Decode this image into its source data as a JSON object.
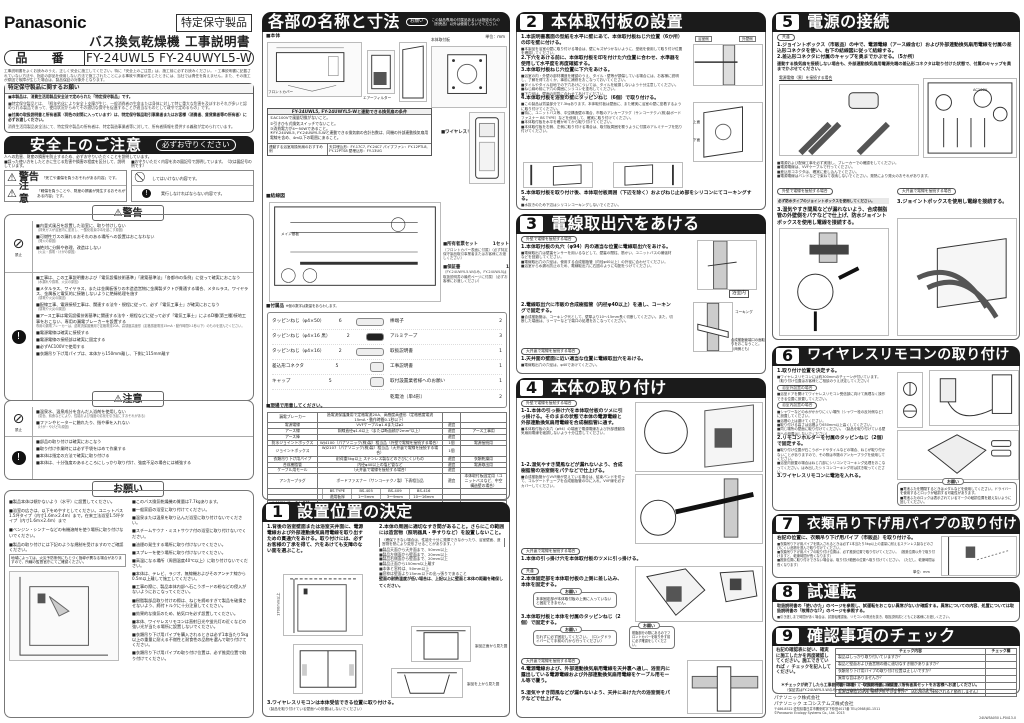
{
  "header": {
    "brand": "Panasonic",
    "special_product_badge": "特定保守製品",
    "doc_title": "バス換気乾燥機 工事説明書",
    "model_label": "品 番",
    "model_numbers": "FY-24UWL5  FY-24UWYL5-W",
    "intro_text": "工事説明書をよくお読みのうえ、正しく安全に施工してください。特に「安全上のご注意」は、施工前に必ずお読みください。・工事説明書に記載されていない方法や、指定の部品を使用しない方法で施工されたことによる事故や損害が生じたときには、当社では責任を負えません。また、その施工が原因で故障が生じた場合は、製品保証の対象外となります。"
  },
  "special_maintenance": {
    "title": "特定保守製品に関するお願い",
    "items": [
      "■本製品は、消費生活用製品安全法で定められた「特定保守製品」です。",
      "■特定保守製品とは、「経年劣化により安全上支障が生じ、一般消費者の生命または身体に対して特に重大な危害を及ぼすおそれが多いと認められる製品であって、使用状況からみてその適切な保守を促進することが適当なものとして政令で定めるもの」です。",
      "■付属の取扱説明書と所有者票（同色の封筒に入っています）は、特定保守製品取引事業者またはお客様（消費者、賃貸業者等の所有者）に必ずお渡しください。",
      "消費生活用製品安全法にて、特定保守製品の所有者は、特定製造事業者等に対して、所有者情報を提供する義務が定められています。"
    ]
  },
  "safety": {
    "title": "安全上のご注意",
    "subtitle": "必ずお守りください",
    "intro": "人への危害、財産の損害を防止するため、必ずお守りいただくことを説明しています。",
    "legend_left": "■誤った使い方をしたときに生じる危害や損害の程度を区分して、説明しています。",
    "legend_right": "■お守りいただく内容を次の図記号で説明しています。（次は図記号の例です）",
    "warning_label": "警告",
    "warning_desc": "「死亡や重傷を負うおそれがある内容」です。",
    "caution_label": "注意",
    "caution_desc": "「軽傷を負うことや、財産の損害が発生するおそれがある内容」です。",
    "prohibit_desc": "してはいけない内容です。",
    "mandatory_desc": "実行しなければならない内容です。",
    "warning_section": {
      "title": "警告",
      "prohibit_label": "禁止",
      "prohibit_items": [
        {
          "text": "■内釜式風呂を設置した浴室に、取り付けしない",
          "note": "（排気ガスが浴室内に逆流し、一酸化炭素中毒を起こす原因）"
        },
        {
          "text": "■可燃性ガスの漏れるおそれのある場所への設置はおこなわない",
          "note": "（発火の原因）"
        },
        {
          "text": "■絶対に分解や修理、改造はしない",
          "note": "（火災・感電・けがの原因）"
        }
      ],
      "mandatory_items": [
        {
          "text": "■工事は、この工事説明書および「電気設備技術基準」「建築基準法」「各都市の条例」に従って確実におこなう",
          "note": "（水漏れや感電、火災の原因）"
        },
        {
          "text": "■メタルラス、ワイヤラス、または金属板張りの木造造営物に金属製ダクトが貫通する場合、メタルラス、ワイヤラス、金属板と電気的に接触しないように絶縁処理を施す",
          "note": "（感電や火災の原因）"
        },
        {
          "text": "■配線工事、電源接続工事は、関連する法令・規程に従って、必ず「電気工事士」が確実におこなう",
          "note": "（感電や火災の原因）"
        },
        {
          "text": "■アース工事は電気設備技術基準に関連する法令・規程などに従って必ず「電気工事士」によるD種(第三種)接地工事をおこない、専用の漏電ブレーカーを設置する",
          "note": "専用の漏電ブレーカーは、過電流保護兼用で定格電流20A、高感度高速形（定格感度電流15mA・動作時間0.1秒以下）のものを選んでください。"
        },
        {
          "text": "■電源電線は確実に接続する",
          "note": "（発火や火災の原因）"
        },
        {
          "text": "■電源電線の接続部は確実に固定する",
          "note": "（火災の原因）"
        },
        {
          "text": "■必ずAC100Vで使用する",
          "note": "（火災の原因）"
        },
        {
          "text": "■衣類吊り下げ用パイプは、本体から150mm離し、下側に115mm離す",
          "note": "（衣類が落下することで、衣類の焦げや火災の原因）"
        }
      ]
    },
    "caution_section": {
      "title": "注意",
      "prohibit_label": "禁止",
      "prohibit_items": [
        {
          "text": "■温泉水、温泉成分を含んだ入浴剤を使用しない",
          "note": "（変色、錆食などにより、性能および強度の劣化を引き起こすおそれがある）"
        },
        {
          "text": "■ファンやヒーターに触れたり、指や棒を入れない",
          "note": "（けが・やけどの原因）"
        }
      ],
      "mandatory_items": [
        {
          "text": "■部品の取り付けは確実におこなう",
          "note": ""
        },
        {
          "text": "■取り付け作業時には必ず手袋をはめて作業する",
          "note": ""
        },
        {
          "text": "■本体は指定の方法で確実に取り付ける",
          "note": ""
        },
        {
          "text": "■本体は、十分強度のあるところにしっかり取り付け、強度不足の場合には補強する",
          "note": "（けがの原因）"
        }
      ]
    }
  },
  "requests": {
    "title": "お願い",
    "left_items": [
      "■製品本体は傾かないよう（水平）に設置してください。",
      "■浴室の広さは、以下をめやすとしてください。ユニットバス1.5坪タイプ（内寸1.6m×2.4m）まで。在来工法浴室1.5坪タイプ（内寸1.6m×2.4m）まで",
      "■ベンジン・シンナーなどの有機溶剤を使う場所に取り付けないでください。",
      "■製品の取り付けには下記のような規制を受けますのでご確認ください。",
      "地域によっては、火災予防条例にもとづく指導が異なる場合がありますので、所轄の監督官庁にてご確認ください。"
    ],
    "right_items": [
      "■このバス換気乾燥機の質量は7.7kgあります。",
      "■一般家庭の浴室に取り付けてください。",
      "■温泉または温泉を取り込んだ浴室に取り付けないでください。",
      "■スチームサウナ・ミストサウナ付の浴室に取り付けないでください。",
      "■油煙の発生する場所に取り付けないでください。",
      "■スプレーを使う場所に取り付けないでください。",
      "■高温になる場所（周囲温度40℃以上）に取り付けないでください。",
      "■本体は、テレビ、ラジオ、無線機およびそのアンテナ線から0.5m以上離して施工してください。",
      "■工事の際に、製品本体内部へ石こうボードの粉などの侵入がないようにおこなってください。",
      "■樹脂製部品取り付けの際は、ねじを締めすぎて製品を破損させないよう、締付トルクに十分注意してください。",
      "■効果的な換気のため、給気口を必ず設置してください。",
      "■本体、ワイヤレスリモコンは直射日光や蛍光灯の近くなどの強い光が当たる場所に設置しないでください。",
      "■衣類吊り下げ用パイプを購入されるときは必ず1本当たり5kg以上の重量に耐える不燃性と耐食性の品物を選んで取り付けてください。",
      "■衣類吊り下げ用パイプの取り付け位置は、必ず推奨位置で取り付けてください。"
    ]
  },
  "parts_names": {
    "title": "各部の名称と寸法",
    "request_badge": "お願い",
    "request_note": "この製品専用の付属品あるいは指定のもの（別売品）以外は使用しないでください。",
    "body_label": "■本体",
    "unit_label": "単位：mm",
    "mount_plate_label": "本体取付板",
    "remote_label": "■ワイヤレスリモコン",
    "front_cover": "フロントカバー",
    "air_filter": "エアーフィルター",
    "conditions_title": "FY-24UWL5, FY-24UWYL5-Wと連動できる換気扇の条件",
    "conditions": [
      "①AC100Vで風量切換がないこと。",
      "②引きひも式換気スイッチでないこと。",
      "③消費電力が4〜50Wであること。",
      "④FY-24UWL5, FY-24UWYL5-Wと連動できる換気扇の合計台数は、同機の外部連動換気扇用電線を含め、4m以下の範囲にあること。"
    ],
    "recommend_label": "連動する浴室用換気扇のおすすめ例",
    "recommend_models": "天井埋込形：FY-17C7, FY-24C7 パイプファン：FY-12PTL8, FY-12PTS8 壁埋込形：FY-13UG",
    "wiring_label": "■結線図",
    "wiring_main_board": "メイン基板",
    "owner_set_label": "■所有者票セット",
    "owner_set_qty": "1セット",
    "owner_set_note": "（フロントカバー表面に付属）（必ず特定保守製品取引事業者またはお客様にお渡しください）",
    "warranty_label": "■保証書",
    "warranty_qty": "1",
    "warranty_note": "（FY-24UWYL5-Wのみ。FY-24UWL5は取扱説明書の最終ページに付属）（必ずお客様にお渡しください）"
  },
  "accessories": {
    "title": "■付属品",
    "note": "※個の数字は数量をあらわします。",
    "items_left": [
      {
        "name": "タッピンねじ（φ4×50）",
        "note": "（本体取付板取り付け用）",
        "qty": "6"
      },
      {
        "name": "タッピンねじ（φ4×16 黒）",
        "note": "（本体取り付け用）",
        "qty": "2"
      },
      {
        "name": "タッピンねじ（φ4×16）",
        "note": "（リモコンホルダー取り付け用）",
        "qty": "2"
      },
      {
        "name": "差込形コネクタ",
        "note": "（電線接続用）",
        "qty": "5"
      },
      {
        "name": "キャップ",
        "note": "（電線接続用）",
        "qty": "5"
      }
    ],
    "items_right": [
      {
        "name": "棒端子",
        "note": "",
        "qty": "2"
      },
      {
        "name": "アルミテープ",
        "note": "（本体取付板の背面貼り付け用）",
        "qty": "3"
      },
      {
        "name": "取扱説明書",
        "note": "（必ずお客様にお渡しください）",
        "qty": "1"
      },
      {
        "name": "工事説明書",
        "note": "（必ずお客様にお渡しください）",
        "qty": "1"
      },
      {
        "name": "取付設置業者様へのお願い",
        "note": "",
        "qty": "1"
      },
      {
        "name": "乾電池（単4形）",
        "note": "",
        "qty": "2"
      }
    ]
  },
  "prepare_table": {
    "title": "■現場で用意してください。",
    "rows": [
      [
        "漏電ブレーカー",
        "過電流保護兼用で定格電流20A、高感度高速形（定格感度電流15mA・動作時間0.1秒以下）",
        "",
        ""
      ],
      [
        "電源電線",
        "VVFケーブルφ1.6またはφ2",
        "適宜",
        ""
      ],
      [
        "アース線",
        "銅線直径φ1.6以上（または断面積が2mm²以上）",
        "適宜",
        "アース工事用"
      ],
      [
        "アース棒",
        "",
        "適宜",
        ""
      ],
      [
        "防水ジョイントボックス",
        "WJ4100（パナソニック(株)製）相当品（外壁で電線を接続する場合）",
        "1個",
        "電源接続用"
      ],
      [
        "ジョイントボックス",
        "WJ2107（パナソニック(株)製）相当品（天井裏で電線を接続する場合）",
        "1個",
        ""
      ],
      [
        "衣類吊り下げ用パイプ",
        "耐荷重5kg以上 ステンレス製などのさびにくいもの",
        "適宜",
        "衣類乾燥用"
      ],
      [
        "合成樹脂管",
        "内径φ40以上の塩ビ管など",
        "適宜",
        "電源取出用"
      ],
      [
        "ケーブル用モール",
        "（天井裏で電線を接続する場合）",
        "適宜",
        ""
      ],
      [
        "アンカープラグ",
        "ボードファスナー（サンコーテクノ製）下表相当品",
        "適宜",
        "本体取付板固定用（ユニットバスなど、中空構造壁の場合）"
      ],
      [
        "シリコンコーキング材・パテなど",
        "",
        "適宜",
        "コーキング用"
      ],
      [
        "ロングドライバー",
        "",
        "",
        "循環部分取り付け用"
      ]
    ],
    "anchor_types": [
      "BS TYPE",
      "BS-405",
      "BS-409",
      "BS-416"
    ],
    "anchor_thickness": [
      "適用板厚",
      "1〜5mm",
      "3〜9mm",
      "10〜16mm"
    ]
  },
  "section1": {
    "num": "1",
    "title": "設置位置の決定",
    "step1": "1.背後の浴室壁面または浴室天井面に、電源電線および外部連動換気扇用電線を取り出すための貫通穴をあける。取り付けには、必ずお客様の了承を得て、穴をあけても支障のない面を選ぶこと。",
    "step2": "2.本体の周囲に適切なすき間があること。さらにこの範囲には造営物（照明器具・手すりなど）を設置しないこと。",
    "step2_note": "（確保できない場合は、性能を十分に発揮できなかったり、浴室壁面、造営物を熱により変形させることがあります。）",
    "clearances": [
      "■製品天面から天井面まで、50mm以上",
      "■製品左側面から壁面まで、20mm以上",
      "■製品右側面から壁面まで、20mm以上",
      "■製品正面から150mm以上離す",
      "■本体と窓枠は、50mm以上",
      "■窓枠は壁面より15mm以下の出っ張りであること"
    ],
    "wall_note": "壁面の耐熱温度が低い場合は、上記以上に壁面と本体の距離を確保してください。",
    "step3": "3.ワイヤレスリモコンは本体受信できる位置に取り付ける。",
    "step3_note": "（製品を取り付けている壁面への設置はしないでください）",
    "front_view": "製品正面から見た図",
    "top_view": "製品を上から見た図",
    "dim_50": "50mm以上",
    "dim_20": "20mm以上",
    "dim_150": "150mm以上",
    "dim_1700": "1700mm以上"
  },
  "section2": {
    "num": "2",
    "title": "本体取付板の設置",
    "step1": "1.本説明書裏面の型紙を水平に壁にあて、本体取付板ねじ穴位置（6か所）の印を壁に付ける。",
    "step1_note": "■本製品を浴室の壁に取り付ける場合は、壁にキズがつかないように、型紙を使用して取り付け位置を確認してください。",
    "step2": "2.下穴をあける前に、本体取付板を印を付けた穴位置に合わせ、水準器を使用して水平度を再度確認する。",
    "step3": "3.本体取付板ねじ穴位置に下穴をあける。",
    "step3_notes": [
      "■浴室の内・外壁の部材構造を確認のうえ、タイル・壁等が損傷している場合には、お客様に説明し、了解を得ておくか、事前に補修をおこなっておいてください。",
      "■タイルやタイル目地での下穴あけについては、タイルを破損しないよう十分注意してください。",
      "■ねじ締め前に下穴の周囲にシリコンを塗布してください。",
      "■下穴径は、壁面の材質に合わせてあけてください。"
    ],
    "step4": "4.本体取付板を浴室の壁にタッピンねじ（6個）で取り付ける。",
    "step4_notes": [
      "■この製品は質量部分で7.3kgあります。本体取付板は壁面に、また確実に浴室の壁に密着するように取り付けてください。",
      "■特に、ユニットバス等、中空構造壁の場合、市販のアンカープラグ（サンコーテクノ(株)製ボードファスナー BS TYPE）などを使用して、確実に取り付けてください。",
      "■本体取付板を水平を確かめてから取り付けてください。",
      "■本体取付板を右側、左側に取り付ける場合は、取付板周囲を覆うように付属のアルミテープを貼り付けてください。"
    ],
    "step5": "5.本体取付板を取り付け後、本体取付板周囲（下辺を除く）およびねじ止め部をシリコンにてコーキングする。",
    "step5_note": "■水抜きのため下辺はシリコンコーキングしないでください。",
    "label_bath": "浴室側",
    "label_outer": "外壁側",
    "label_upper": "上面",
    "label_lower": "下面",
    "label_plate": "本体取付板",
    "label_screw": "タッピンねじ（φ4×50）",
    "label_alu": "アルミテープ（付属品）"
  },
  "section3": {
    "num": "3",
    "title": "電線取出穴をあける",
    "tag_outer": "外壁で電線を接続する場合",
    "step1": "1.本体取付板の丸穴（φ94）内の適当な位置に電線取出穴をあける。",
    "step1_notes": [
      "■電線取出穴は壁裏センサーを用いるなどして、壁裏の間柱、筋かい、ユニットバスの補強材などを回避してください。",
      "■電線取出穴の穴径は、使用する合成樹脂管（内径φ40以上）の外径に合わせてください。",
      "■浴室から水漏れ防止のため、電線取出穴に右図のように勾配をつけてください。"
    ],
    "step2": "2.電線取出穴に市販の合成樹脂管（内径φ40以上）を通し、コーキングで固定する。",
    "step2_note": "■合成樹脂管は、コーキング代として、壁厚より10〜15mm長く切断してください。また、切断した端面は、リーマーなどで端口の処理をおこなってください。",
    "tag_ceiling": "天井裏で電線を接続する場合",
    "step_ceiling": "1.天井面の壁面に近い適当な位置に電線取出穴をあける。",
    "step_ceiling_note": "■電線取出穴の穴径は、φ40であけてください。",
    "label_wall": "壁",
    "label_bath_inside": "浴室内",
    "label_caulking": "コーキング",
    "label_pipe_note": "合成樹脂管端口の面取りをおこなうこと。（両側とも）",
    "label_slope": "約5〜7mm"
  },
  "section4": {
    "num": "4",
    "title": "本体の取り付け",
    "tag_outer": "外壁で電線を接続する場合",
    "step1_1": "1-1.本体の引っ掛け穴を本体取付板のツメに引っ掛ける。そのままの状態で本体の電源電線と外部連動換気扇用電線を合成樹脂管に通す。",
    "step1_1_note": "■本体取付板の丸穴（φ94）の端面で電源電線および外部連動換気扇用電線を破損しないよう十分注意してください。",
    "step1_2": "1-2.湿気やすき間風などが漏れないよう、合成樹脂管の浴室側をパテなどで仕上げる。",
    "step1_2_note": "■合成樹脂管からVVF線が見えている場合は、結束バンドを切って、コルゲートチューブを合成樹脂管の中に入れ、VVF線を必ずカバーしてください。",
    "tag_ceiling": "天井裏で電線を接続する場合",
    "step1_ceiling": "1.本体の引っ掛け穴を本体取付板のツメに引っ掛ける。",
    "tag_common": "共通",
    "step2": "2.本体固定部を本体取付板の上側に差し込み、本体を固定する。",
    "step2_request": "本体固定部が本体取付板の上側に入っていないと固定できません。",
    "step3": "3.本体取付板と本体を付属のタッピンねじ（2個）で固定する。",
    "step3_request": "忘れずに必ず固定してください。（ロングドライバーにて手前の穴から行ってください）",
    "step3_request2": "樹脂部分の際にあるのでフロントカバーを取り外す前に必ず確認をしてください。",
    "request_label": "お願い",
    "step4": "4.電源電線および、外部連動換気扇用電線を天井裏へ通し、浴室内に露出している電源電線および外部連動換気扇用電線をケーブル用モール等で覆う。",
    "step5": "5.湿気やすき間風などが漏れないよう、天井にあけた穴の浴室側をパテなどで仕上げる。",
    "label_hook": "引っ掛け穴",
    "label_claw": "ツメ",
    "label_body": "本体",
    "label_outer": "外壁",
    "label_corrugated": "コルゲートチューブ",
    "label_band": "結束バンド",
    "label_push": "押し込む",
    "label_ceiling": "天井",
    "label_mold": "ケーブル用モール",
    "label_putty": "パテなど",
    "label_bath_inside": "浴室内"
  },
  "section5": {
    "num": "5",
    "title": "電源の接続",
    "tag_common": "共通",
    "step1": "1.ジョイントボックス（市販品）の中で、電源電線（アース線含む）および外部連動換気扇用電線を付属の差込形コネクタを使い、右下の結線図に従って結線する。",
    "step2": "2.差込形コネクタに付属のキャップを奥までかぶせる。（5か所）",
    "step2_note": "連動する換気扇を接続しない場合も、外部連動換気扇用電源先端の差込形コネクタは取り付けた状態で、付属のキャップを奥までかぶせてください。",
    "diagram_label": "電源電線（黒）を接続する場合",
    "wiring_label": "結線図",
    "ac_label": "AC100V",
    "notes": [
      "■電源および配線工事を必ず実施し、ブレーカーでの確認をしてください。",
      "■電源電線は、VVFケーブルで行ってください。",
      "■差込形コネクタは、確実に差し込んでください。",
      "■電源電線はバンドなどで束ねて収納しないでください。発熱により発火のおそれがあります。"
    ],
    "tag_outer": "外壁で電線を接続する場合",
    "outer_box_note": "必ず防水タイプのジョイントボックスを使用してください。",
    "step3_outer": "3.湿気やすき間風などが漏れないよう、合成樹脂管の外壁側をパテなどで仕上げ、防水ジョイントボックスを使用し電線を接続する。",
    "tag_ceiling": "天井裏で電線を接続する場合",
    "step3_ceiling": "3.ジョイントボックスを使用し電線を接続する。",
    "label_waterproof_box": "防水ジョイントボックス",
    "label_joint_box": "ジョイントボックス",
    "label_earth": "アース線",
    "label_power": "電源電線（VVFケーブル）"
  },
  "section6": {
    "num": "6",
    "title": "ワイヤレスリモコンの取り付け",
    "step1": "1.取り付け位置を決定する。",
    "step1_note": "■ワイヤレスリモコンには約300mmのチェーンが付いています。（取り付け位置はお客様とご相談のうえ決定してください）",
    "tag_outside": "浴室外設置の場合",
    "outside_note": "■浴室ドアを開けてワイヤレスリモコン受信部に向けて無理なく操作できる位置に設置してください。",
    "tag_inside": "浴室内設置の場合",
    "inside_notes": [
      "■シャワーなどの水がかかりにくい場所（シャワー栓の反対側など）に設置してください。",
      "■浴槽の上は避けてください。",
      "■取り付ける高さは浴槽より650mm以上高くしてください。",
      "■同じ場所の壁面に取り付けてください。（製品を取り付けている壁面への設置はしないでください）"
    ],
    "step2": "2.リモコンホルダーを付属のタッピンねじ（2個）で固定する。",
    "step2_notes": [
      "■取り付け位置が石こうボードやタイルなどの場合、ねじが取り付かないことがありますので、その際は市販のアンカープラグを使用してください。",
      "■浴室内設置の場合はねじ穴部にシリコンでコーキング処理をおこなってください。はみ出したシリコンコーキング材は拭き取ってください。"
    ],
    "step3": "3.ワイヤレスリモコンに電池を入れる。",
    "request_label": "お願い",
    "request_notes": [
      "■電池ふたを開閉するときはメダルなどを使用してください。ドライバーを使用するとロックが破損する可能性があります。",
      "■電池ふたのロックは表示されているマークの破損位置を超えないように回してください。"
    ],
    "label_open": "「開」の状態",
    "label_closed": "「閉」の状態",
    "label_holder": "リモコンホルダー",
    "label_screw": "タッピンねじ（φ4×16）",
    "label_remote": "ワイヤレスリモコン",
    "label_chain": "チェーン",
    "label_battery_cover": "電池ふた",
    "label_lock": "ロック",
    "label_battery": "単4形乾電池(2個)（付属品）"
  },
  "section7": {
    "num": "7",
    "title": "衣類吊り下げ用パイプの取り付け",
    "step": "右記の位置に、衣類吊り下げ用パイプ（市販品）を取り付ける。",
    "notes": [
      "■衣類吊り下げ用パイプを購入されるときは必ず1本当たり5kg以上の重量に耐えるステンレス製などのさびにくい品物を選んで取り付けてください。",
      "■衣類吊り下げ用パイプの取り付け位置は、必ず推奨位置で取り付けてください。（推奨位置以外で取り付けますと、乾燥時間が長くなります）",
      "■推奨位置に取り付けできない場合は、取り付け範囲の位置へ取り付けてください。（ただし、乾燥時間は長くなります）"
    ],
    "unit": "単位：mm",
    "label_recommended": "衣類吊り下げ用パイプ（推奨位置）",
    "label_range": "衣類吊り下げ用パイプ取り付け範囲"
  },
  "section8": {
    "num": "8",
    "title": "試運転",
    "text": "取扱説明書の「使いかた」のページを参照し、試運転をおこない異常がないか確認する。異常についての内容、処置については取扱説明書の「故障かな!?」のページを参照する。",
    "note": "■引き渡しまで時間があく場合は、試運転確認後、リモコンの電池を抜き、取扱説明書とともにお客様にお渡しください。"
  },
  "section9": {
    "num": "9",
    "title": "確認事項のチェック",
    "side_text": "右記の確認表に従い、確実に施工したかを再度確認してください。施工できていれば ✓ チェックを記入してください。",
    "col_content": "チェック内容",
    "col_check": "チェック欄",
    "rows": [
      "製品はしっかり取り付いていますか？",
      "製品と壁面および造営物の間に適切なすき間がありますか？",
      "衣類吊り下げ用パイプの取り付け位置は正しいですか？",
      "異常な音はありませんか？",
      "電源電線・アース線の接続は確実ですか？",
      "電源は単相100Vに接続されていますか？（AC200Vに接続されると動作しません）"
    ],
    "footnote": "＊チェックが終了したら工事説明書（本書）、取扱説明書、保証書、所有者票セットをお客様へお渡しください。",
    "footnote2": "（保証書はFY-24UWYL5-Wのみ。FY-24UWL5の保証書は取扱説明書の最終ページにあります）"
  },
  "footer": {
    "company1": "パナソニック株式会社",
    "company2": "パナソニック エコシステムズ株式会社",
    "address": "〒486-8522 愛知県春日井市鷹来町字下仲田4017番 TEL(0568)81-1511",
    "copyright": "©Panasonic Ecology Systems Co., Ltd. 2013",
    "doc_code": "24UW5A050 L-P0413-0"
  }
}
